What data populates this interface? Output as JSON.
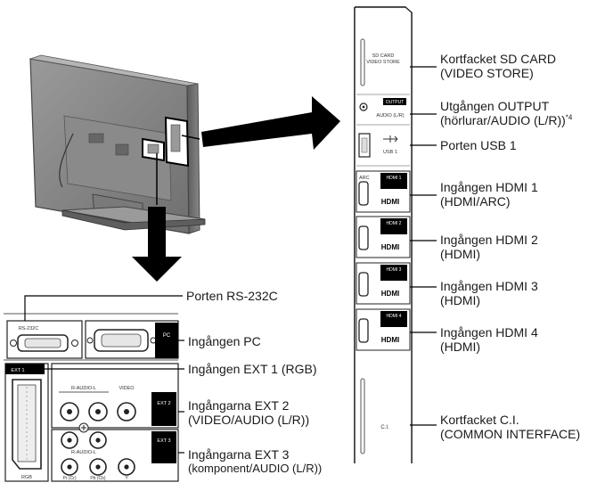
{
  "labels": {
    "sd_card": {
      "line1": "Kortfacket SD CARD",
      "line2": "(VIDEO STORE)"
    },
    "output": {
      "line1": "Utgången OUTPUT",
      "line2": "(hörlurar/AUDIO (L/R))",
      "note": "*4"
    },
    "usb1": {
      "line1": "Porten USB 1"
    },
    "hdmi1": {
      "line1": "Ingången HDMI 1",
      "line2": "(HDMI/ARC)"
    },
    "hdmi2": {
      "line1": "Ingången HDMI 2",
      "line2": "(HDMI)"
    },
    "hdmi3": {
      "line1": "Ingången HDMI 3",
      "line2": "(HDMI)"
    },
    "hdmi4": {
      "line1": "Ingången HDMI 4",
      "line2": "(HDMI)"
    },
    "ci": {
      "line1": "Kortfacket C.I.",
      "line2": "(COMMON INTERFACE)"
    },
    "rs232c": {
      "line1": "Porten RS-232C"
    },
    "pc": {
      "line1": "Ingången PC"
    },
    "ext1": {
      "line1": "Ingången EXT 1 (RGB)"
    },
    "ext2": {
      "line1": "Ingångarna EXT 2",
      "line2": "(VIDEO/AUDIO (L/R))"
    },
    "ext3": {
      "line1": "Ingångarna EXT 3",
      "line2": "(komponent/AUDIO (L/R))"
    }
  },
  "panel_text": {
    "sd_card": "SD CARD",
    "video_store": "VIDEO STORE",
    "output": "OUTPUT",
    "audio_lr": "AUDIO (L/R)",
    "usb1": "USB 1",
    "arc": "ARC",
    "hdmi1": "HDMI 1",
    "hdmi2": "HDMI 2",
    "hdmi3": "HDMI 3",
    "hdmi4": "HDMI 4",
    "hdmi_logo": "HDMI",
    "ci": "C.I.",
    "rs232c": "RS-232C",
    "pc": "PC",
    "ext1": "EXT 1",
    "rgb": "RGB",
    "r_audio_l": "R-AUDIO-L",
    "video": "VIDEO",
    "ext2": "EXT 2",
    "ext3": "EXT 3",
    "pr_cr": "Pr (Cr)",
    "pb_cb": "Pb (Cb)",
    "y": "Y"
  }
}
